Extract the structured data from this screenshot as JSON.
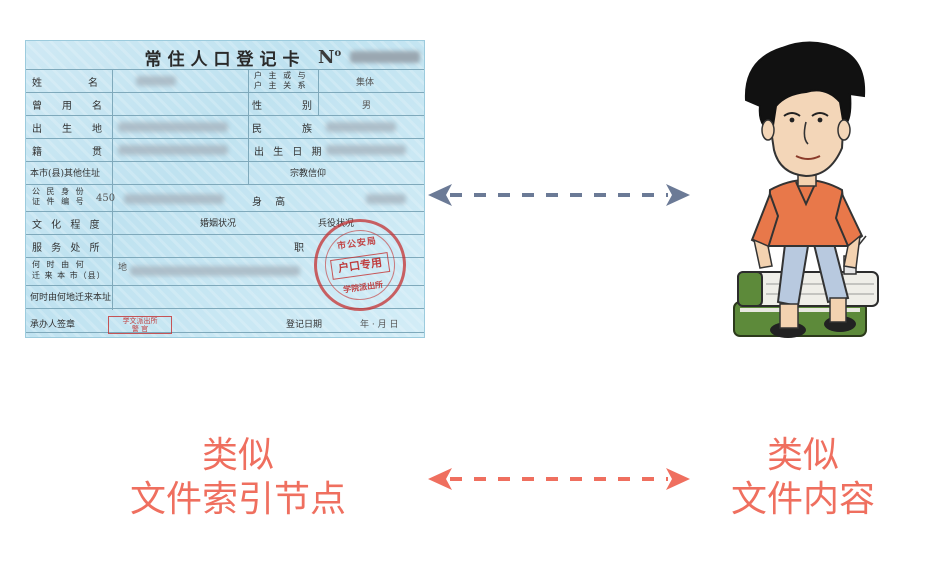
{
  "card": {
    "title": "常住人口登记卡",
    "number_prefix": "N",
    "number_suffix": "o",
    "rows": [
      {
        "l1": "姓",
        "l2": "名",
        "r1": "户 主 或 与",
        "r2": "户 主 关 系",
        "rv": "集体"
      },
      {
        "l1": "曾",
        "l2": "用",
        "l3": "名",
        "r1": "性",
        "r2": "别",
        "rv": "男"
      },
      {
        "l1": "出",
        "l2": "生",
        "l3": "地",
        "r1": "民",
        "r2": "族"
      },
      {
        "l1": "籍",
        "l2": "贯",
        "r1": "出 生 日 期"
      },
      {
        "l1": "本市(县)其他住址",
        "r1": "宗教信仰"
      },
      {
        "l1": "公 民 身 份",
        "l2": "证 件 编 号",
        "lv": "450",
        "r1": "身 高"
      },
      {
        "l1": "文 化 程 度",
        "m1": "婚姻状况",
        "r1": "兵役状况"
      },
      {
        "l1": "服 务 处 所",
        "r1": "职"
      },
      {
        "l1": "何 时 由 何",
        "l2": "迁 来 本 市（县）",
        "lv": "地"
      },
      {
        "l1": "何时由何地迁来本址"
      },
      {
        "l1": "承办人签章",
        "r1": "登记日期",
        "rv": "年 · 月    日"
      }
    ],
    "stamp": {
      "top": "市公安局",
      "center": "户口专用",
      "bottom": "学院派出所"
    },
    "small_stamp": {
      "line1": "学文派出所",
      "line2": "警 官"
    }
  },
  "labels": {
    "left_line1": "类似",
    "left_line2": "文件索引节点",
    "right_line1": "类似",
    "right_line2": "文件内容"
  },
  "colors": {
    "top_arrow": "#6b7a96",
    "bottom_arrow": "#ef6f5f",
    "label_text": "#ef6f5f"
  }
}
